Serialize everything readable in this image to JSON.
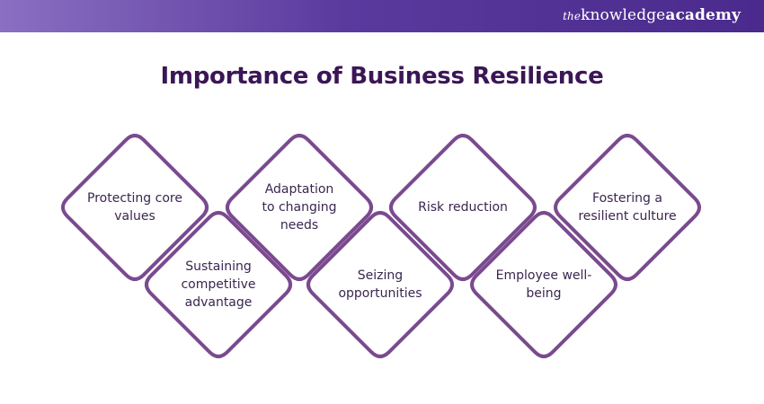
{
  "header": {
    "brand_the": "the",
    "brand_knowledge": "knowledge",
    "brand_academy": "academy"
  },
  "title": "Importance of Business Resilience",
  "colors": {
    "header_start": "#8a6fc2",
    "header_end": "#4a2a8c",
    "title": "#3b1656",
    "outline": "#7a4a8f",
    "text": "#3a2650"
  },
  "items": [
    {
      "label_lines": [
        "Protecting core",
        "values"
      ]
    },
    {
      "label_lines": [
        "Sustaining",
        "competitive",
        "advantage"
      ]
    },
    {
      "label_lines": [
        "Adaptation",
        "to changing",
        "needs"
      ]
    },
    {
      "label_lines": [
        "Seizing",
        "opportunities"
      ]
    },
    {
      "label_lines": [
        "Risk reduction"
      ]
    },
    {
      "label_lines": [
        "Employee well-",
        "being"
      ]
    },
    {
      "label_lines": [
        "Fostering a",
        "resilient culture"
      ]
    }
  ]
}
